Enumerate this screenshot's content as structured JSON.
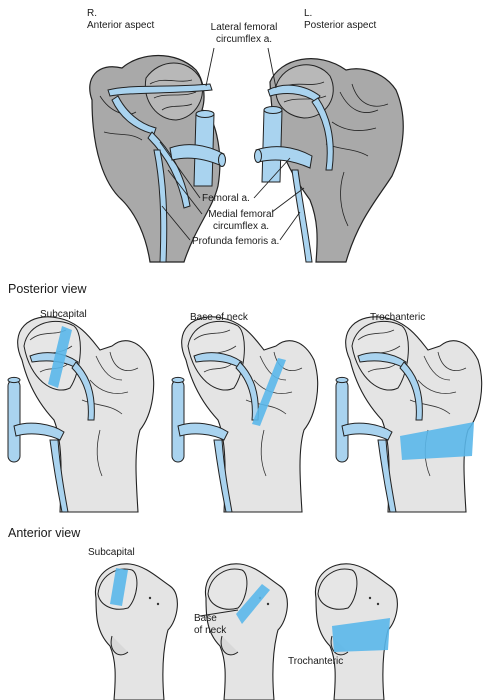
{
  "top": {
    "right_side": "R.",
    "anterior_aspect": "Anterior aspect",
    "left_side": "L.",
    "posterior_aspect": "Posterior aspect",
    "lateral_femoral_1": "Lateral femoral",
    "lateral_femoral_2": "circumflex a.",
    "femoral": "Femoral a.",
    "medial_femoral_1": "Medial femoral",
    "medial_femoral_2": "circumflex a.",
    "profunda": "Profunda femoris a."
  },
  "posterior": {
    "title": "Posterior view",
    "subcapital": "Subcapital",
    "base_of_neck": "Base of neck",
    "trochanteric": "Trochanteric"
  },
  "anterior": {
    "title": "Anterior view",
    "subcapital": "Subcapital",
    "base_of_neck_1": "Base",
    "base_of_neck_2": "of neck",
    "trochanteric": "Trochanteric"
  },
  "colors": {
    "bone_dark": "#a9a9a9",
    "bone_light": "#e4e4e4",
    "vessel": "#a9d3ef",
    "fracture": "#5ab7ea",
    "outline": "#222222"
  }
}
